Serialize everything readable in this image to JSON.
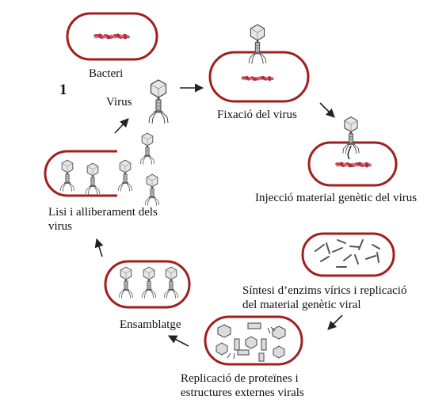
{
  "figure_number": "1",
  "stages": {
    "bacterium": "Bacteri",
    "virus": "Virus",
    "attachment": "Fixació del virus",
    "injection": "Injecció material genètic del virus",
    "synthesis_line1": "Síntesi d’enzims vírics i replicació",
    "synthesis_line2": "del material genètic viral",
    "replication_line1": "Replicació de proteïnes i",
    "replication_line2": "estructures externes  virals",
    "assembly": "Ensamblatge",
    "lysis_line1": "Lisi i alliberament dels",
    "lysis_line2": "virus"
  },
  "colors": {
    "cell_wall": "#a01f1f",
    "dna": "#c03a4a",
    "phage": "#444444",
    "arrow": "#222222"
  }
}
